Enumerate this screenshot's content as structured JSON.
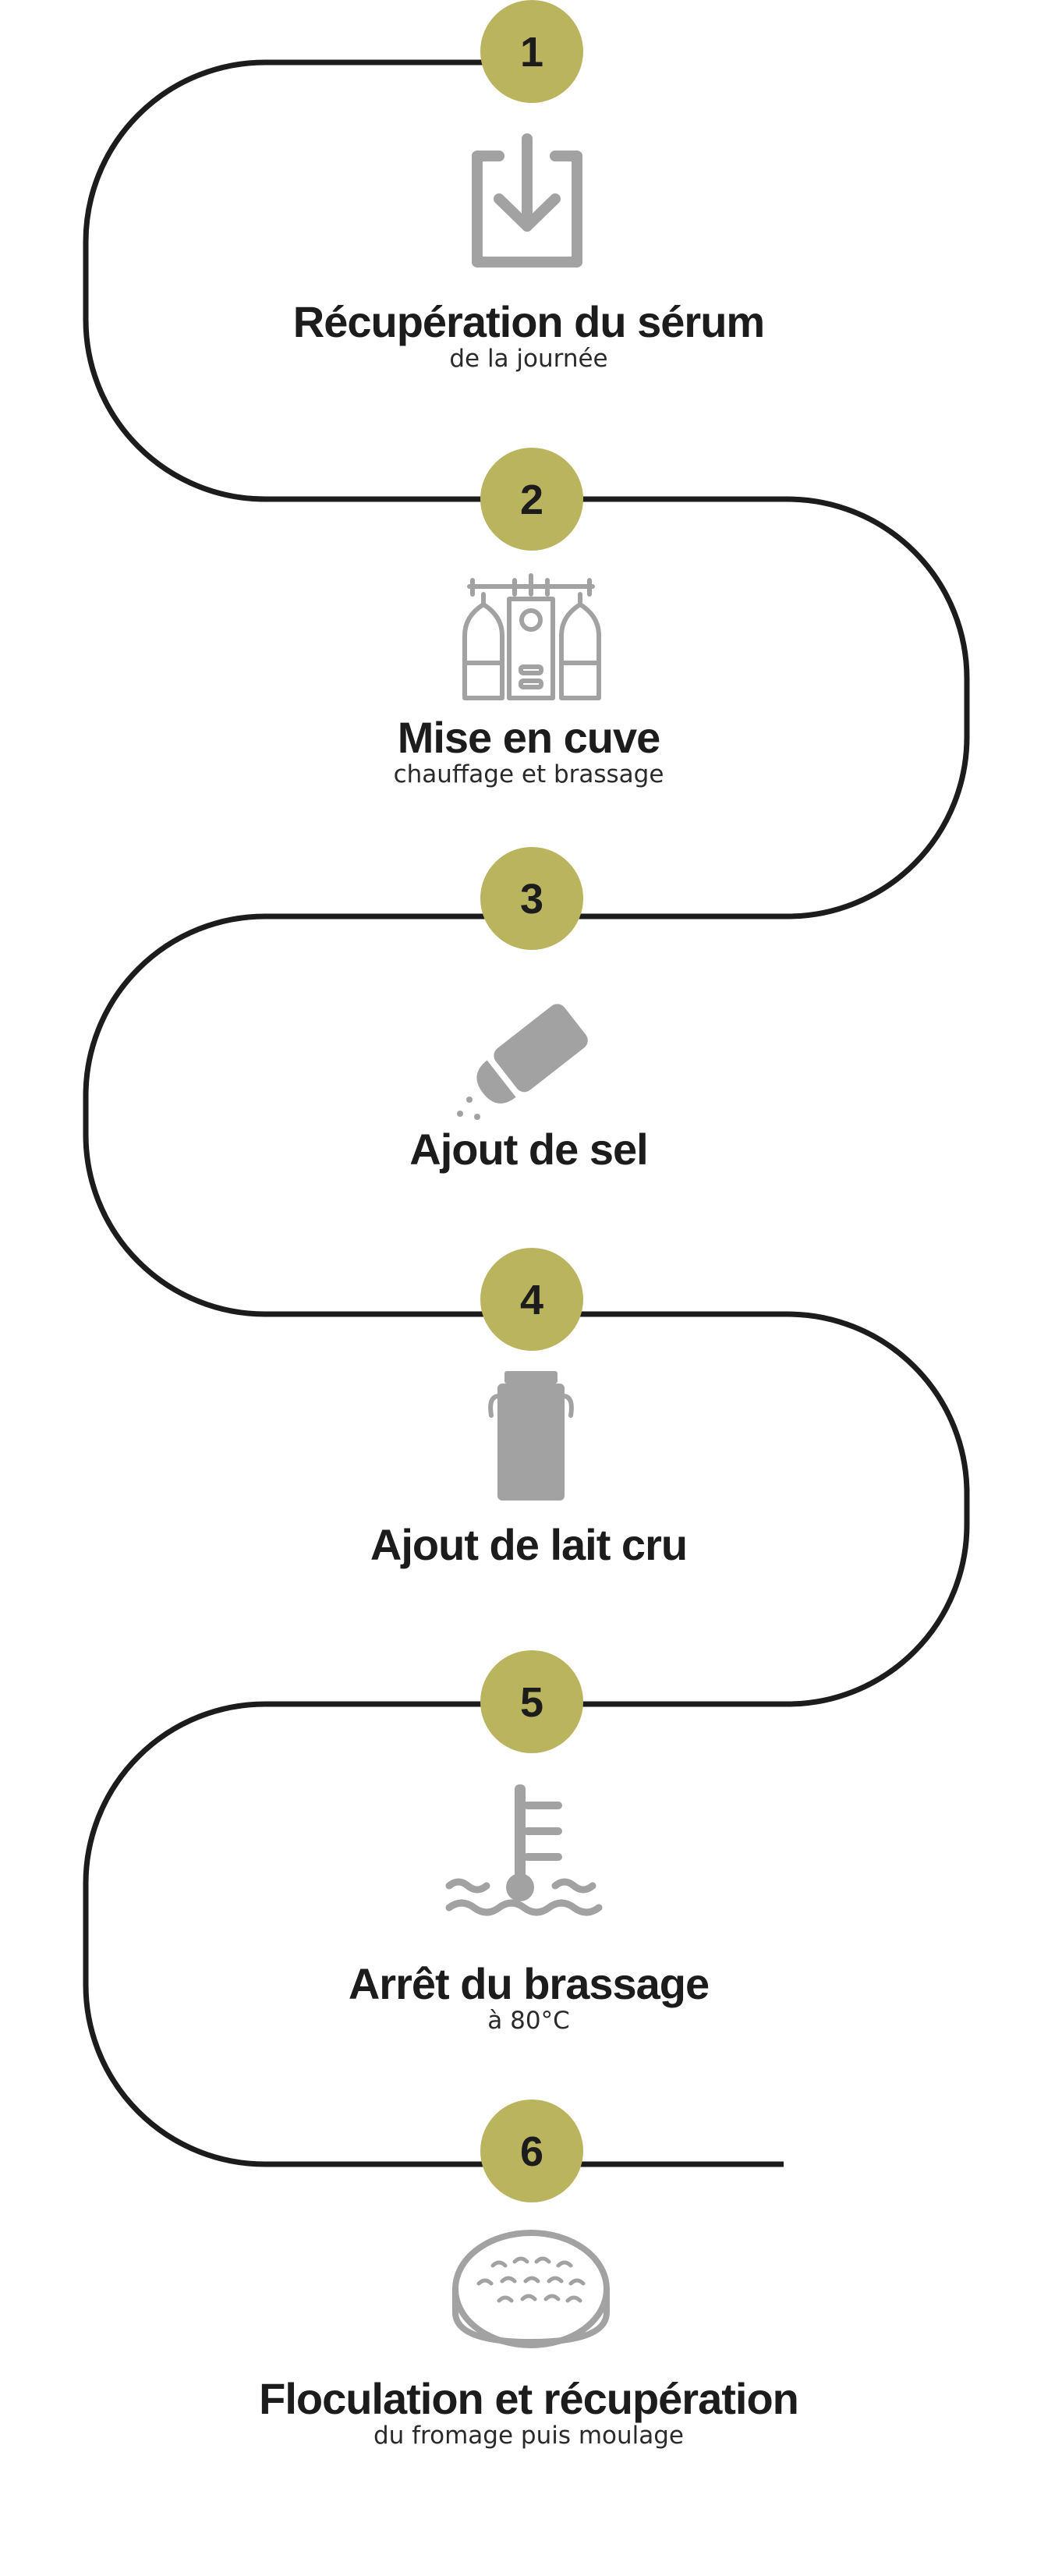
{
  "colors": {
    "path": "#1c1c1c",
    "badge": "#bab45f",
    "icon": "#a2a2a2",
    "text": "#1c1c1c"
  },
  "steps": [
    {
      "number": "1",
      "title": "Récupération du sérum",
      "subtitle": "de la journée",
      "icon": "download-tray-icon"
    },
    {
      "number": "2",
      "title": "Mise en cuve",
      "subtitle": "chauffage et brassage",
      "icon": "heating-vat-icon"
    },
    {
      "number": "3",
      "title": "Ajout de sel",
      "subtitle": "",
      "icon": "salt-shaker-icon"
    },
    {
      "number": "4",
      "title": "Ajout de lait cru",
      "subtitle": "",
      "icon": "milk-can-icon"
    },
    {
      "number": "5",
      "title": "Arrêt du brassage",
      "subtitle": "à 80°C",
      "icon": "thermometer-liquid-icon"
    },
    {
      "number": "6",
      "title": "Floculation et récupération",
      "subtitle": "du fromage puis moulage",
      "icon": "cheese-round-icon"
    }
  ]
}
